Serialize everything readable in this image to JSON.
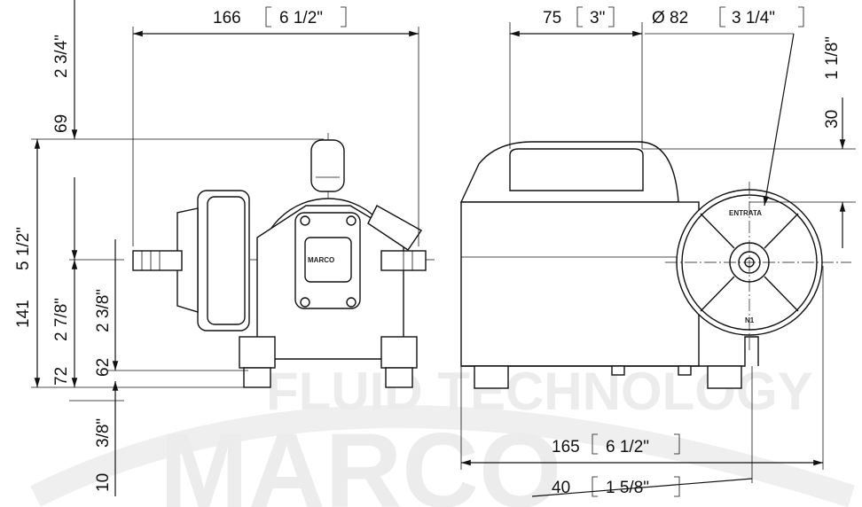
{
  "watermark": {
    "line1": "FLUID TECHNOLOGY",
    "line2": "MARCO"
  },
  "dimensions": {
    "width_left": {
      "mm": "166",
      "in": "6 1/2\""
    },
    "base_length": {
      "mm": "75",
      "in": "3\""
    },
    "diameter": {
      "mm": "Ø  82",
      "in": "3 1/4\""
    },
    "top_height": {
      "mm": "30",
      "in": "1 1/8\""
    },
    "height_upper": {
      "mm": "69",
      "in": "2 3/4\""
    },
    "height_total": {
      "mm": "141",
      "in": "5 1/2\""
    },
    "height_center": {
      "mm": "72",
      "in": "2 7/8\""
    },
    "height_port": {
      "mm": "62",
      "in": "2 3/8\""
    },
    "foot": {
      "mm": "10",
      "in": "3/8\""
    },
    "length_right": {
      "mm": "165",
      "in": "6 1/2\""
    },
    "offset": {
      "mm": "40",
      "in": "1 5/8\""
    }
  },
  "labels": {
    "inlet": "ENTRATA",
    "model": "N1",
    "brand": "MARCO",
    "maker": "FLUID TECHNOLOGY"
  }
}
